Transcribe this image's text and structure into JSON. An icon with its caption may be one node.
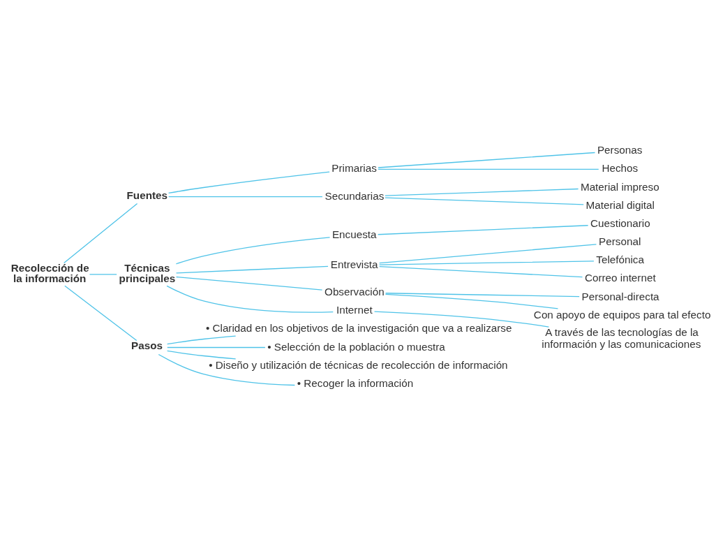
{
  "diagram": {
    "nodes": [
      {
        "text": [
          "Recolección de la información"
        ]
      },
      {
        "text": [
          "Fuentes"
        ]
      },
      {
        "text": [
          "Primarias"
        ]
      },
      {
        "text": [
          "Personas"
        ]
      },
      {
        "text": [
          "Hechos"
        ]
      },
      {
        "text": [
          "Secundarias"
        ]
      },
      {
        "text": [
          "Material impreso"
        ]
      },
      {
        "text": [
          "Material digital"
        ]
      },
      {
        "text": [
          "Técnicas principales"
        ]
      },
      {
        "text": [
          "Encuesta"
        ]
      },
      {
        "text": [
          "Cuestionario"
        ]
      },
      {
        "text": [
          "Entrevista"
        ]
      },
      {
        "text": [
          "Personal"
        ]
      },
      {
        "text": [
          "Telefónica"
        ]
      },
      {
        "text": [
          "Correo internet"
        ]
      },
      {
        "text": [
          "Observación"
        ]
      },
      {
        "text": [
          "Personal-directa"
        ]
      },
      {
        "text": [
          "Con apoyo de equipos para tal efecto"
        ]
      },
      {
        "text": [
          "Internet"
        ]
      },
      {
        "text": [
          "A través de las tecnologías de la información y las comunicaciones"
        ]
      },
      {
        "text": [
          "Pasos"
        ]
      },
      {
        "text": [
          "• Claridad en los objetivos de la investigación que va a realizarse"
        ]
      },
      {
        "text": [
          "• Selección de la población o muestra"
        ]
      },
      {
        "text": [
          "• Diseño y utilización de técnicas de recolección de información"
        ]
      },
      {
        "text": [
          "• Recoger la información"
        ]
      }
    ],
    "edges": [
      {
        "from": 0,
        "to": 1,
        "arrow": "none"
      },
      {
        "from": 0,
        "to": 8,
        "arrow": "none"
      },
      {
        "from": 0,
        "to": 20,
        "arrow": "none"
      },
      {
        "from": 1,
        "to": 2,
        "arrow": "none"
      },
      {
        "from": 1,
        "to": 5,
        "arrow": "none"
      },
      {
        "from": 2,
        "to": 3,
        "arrow": "none"
      },
      {
        "from": 2,
        "to": 4,
        "arrow": "none"
      },
      {
        "from": 5,
        "to": 6,
        "arrow": "none"
      },
      {
        "from": 5,
        "to": 7,
        "arrow": "none"
      },
      {
        "from": 8,
        "to": 9,
        "arrow": "none"
      },
      {
        "from": 8,
        "to": 11,
        "arrow": "none"
      },
      {
        "from": 8,
        "to": 15,
        "arrow": "none"
      },
      {
        "from": 8,
        "to": 18,
        "arrow": "none"
      },
      {
        "from": 9,
        "to": 10,
        "arrow": "none"
      },
      {
        "from": 11,
        "to": 12,
        "arrow": "none"
      },
      {
        "from": 11,
        "to": 13,
        "arrow": "none"
      },
      {
        "from": 11,
        "to": 14,
        "arrow": "none"
      },
      {
        "from": 15,
        "to": 16,
        "arrow": "none"
      },
      {
        "from": 15,
        "to": 17,
        "arrow": "none"
      },
      {
        "from": 18,
        "to": 19,
        "arrow": "none"
      },
      {
        "from": 20,
        "to": 21,
        "arrow": "none"
      },
      {
        "from": 20,
        "to": 22,
        "arrow": "none"
      },
      {
        "from": 20,
        "to": 23,
        "arrow": "none"
      },
      {
        "from": 20,
        "to": 24,
        "arrow": "none"
      }
    ]
  }
}
